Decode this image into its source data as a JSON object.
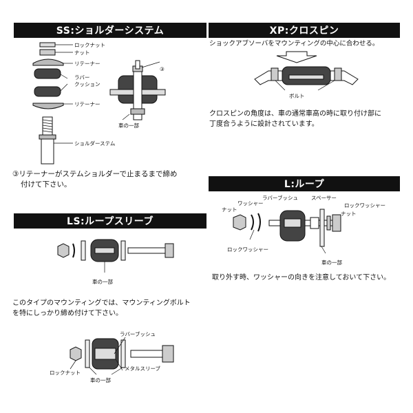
{
  "sections": {
    "ss": {
      "title": "SS:ショルダーシステム",
      "labels": {
        "lock_nut": "ロックナット",
        "nut": "ナット",
        "retainer_top": "リテーナー",
        "rubber_cushion_1": "ラバー",
        "rubber_cushion_2": "クッション",
        "retainer_bottom": "リテーナー",
        "shoulder_stem": "ショルダーステム",
        "car_part": "車の一部",
        "callout": "③"
      },
      "note_line1": "③リテーナーがステムショルダーで止まるまで締め",
      "note_line2": "付けて下さい。"
    },
    "xp": {
      "title": "XP:クロスピン",
      "top_text": "ショックアブソーバをマウンティングの中心に合わせる。",
      "bolt_label": "ボルト",
      "text_line1": "クロスピンの角度は、車の通常車高の時に取り付け部に",
      "text_line2": "丁度合うように設計されています。"
    },
    "l": {
      "title": "L:ループ",
      "labels": {
        "rubber_bush": "ラバーブッシュ",
        "spacer": "スペーサー",
        "lock_washer_right": "ロックワッシャー",
        "nut_right": "ナット",
        "washer": "ワッシャー",
        "nut_left": "ナット",
        "lock_washer_left": "ロックワッシャー",
        "car_part": "車の一部"
      },
      "note": "取り外す時、ワッシャーの向きを注意しておいて下さい。"
    },
    "ls": {
      "title": "LS:ループスリーブ",
      "car_part": "車の一部",
      "text_line1": "このタイプのマウンティングでは、マウンティングボルト",
      "text_line2": "を特にしっかり締め付けて下さい。",
      "labels": {
        "rubber_bush": "ラバーブッシュ",
        "lock_nut": "ロックナット",
        "metal_sleeve": "メタルスリーブ",
        "car_part": "車の一部"
      }
    }
  }
}
